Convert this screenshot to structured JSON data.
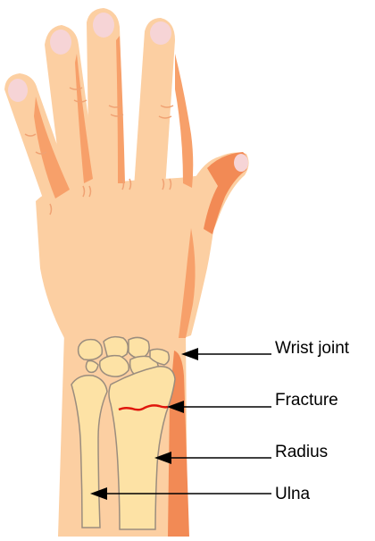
{
  "labels": {
    "wrist_joint": "Wrist joint",
    "fracture": "Fracture",
    "radius": "Radius",
    "ulna": "Ulna"
  },
  "colors": {
    "skin_light": "#FCCFA2",
    "skin_shadow": "#F7A06A",
    "skin_dark": "#F28A55",
    "bone": "#FDE2A5",
    "bone_outline": "#9B8D7E",
    "nail": "#F6D4D6",
    "fracture_line": "#E0160C",
    "arrow": "#000000"
  }
}
